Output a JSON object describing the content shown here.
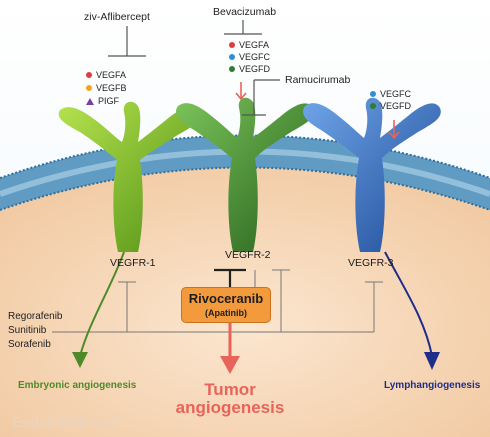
{
  "ligand_drugs": {
    "ziv": "ziv-Aflibercept",
    "bev": "Bevacizumab",
    "ram": "Ramucirumab"
  },
  "legend_ziv": [
    {
      "marker": "circle",
      "color": "#e23b3b",
      "label": "VEGFA"
    },
    {
      "marker": "circle",
      "color": "#f2a51a",
      "label": "VEGFB"
    },
    {
      "marker": "triangle",
      "color": "#7a3fa0",
      "label": "PIGF"
    }
  ],
  "legend_bev": [
    {
      "marker": "circle",
      "color": "#e23b3b",
      "label": "VEGFA"
    },
    {
      "marker": "circle",
      "color": "#2f8fd6",
      "label": "VEGFC"
    },
    {
      "marker": "circle",
      "color": "#2e7d32",
      "label": "VEGFD"
    }
  ],
  "legend_r3": [
    {
      "marker": "circle",
      "color": "#2f8fd6",
      "label": "VEGFC"
    },
    {
      "marker": "circle",
      "color": "#2e7d32",
      "label": "VEGFD"
    }
  ],
  "receptors": {
    "r1": "VEGFR-1",
    "r2": "VEGFR-2",
    "r3": "VEGFR-3"
  },
  "inhibitor": {
    "name": "Rivoceranib",
    "alias": "(Apatinib)"
  },
  "tkis": [
    "Regorafenib",
    "Sunitinib",
    "Sorafenib"
  ],
  "outcomes": {
    "embryonic": "Embryonic angiogenesis",
    "tumor_line1": "Tumor",
    "tumor_line2": "angiogenesis",
    "lymph": "Lymphangiogenesis"
  },
  "cell_label": "Endothelial Cell",
  "colors": {
    "r1": "#6cae1f",
    "r2": "#3f8f2a",
    "r3": "#2f64b8",
    "embryonic": "#4f8a2a",
    "tumor": "#e8645a",
    "lymph": "#1f2d8a",
    "box": "#f39a3d"
  }
}
